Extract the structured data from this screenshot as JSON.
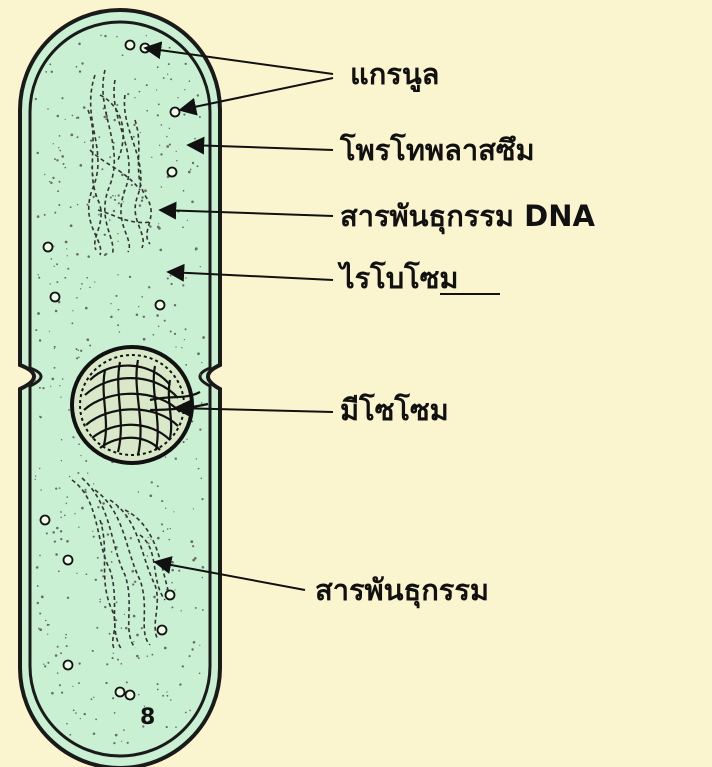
{
  "labels": {
    "granule": "แกรนูล",
    "protoplasm": "โพรโทพลาสซึม",
    "dna": "สารพันธุกรรม DNA",
    "ribosome": "ไรโบโซม",
    "mesosome": "มีโซโซม",
    "genetic_material": "สารพันธุกรรม"
  },
  "colors": {
    "background": "#fbf5cf",
    "cytoplasm": "#c9f0d2",
    "wall": "#1a1a1a"
  },
  "figure_number": "8"
}
